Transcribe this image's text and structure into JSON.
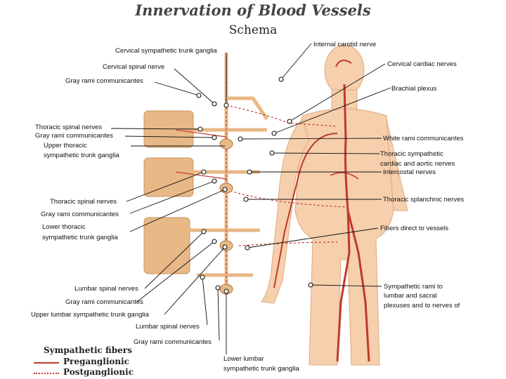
{
  "title": "Innervation of Blood Vessels",
  "subtitle": "Schema",
  "labels_left": {
    "cervical_ganglia": "Cervical sympathetic trunk ganglia",
    "cervical_spinal": "Cervical spinal nerve",
    "gray_rami_1": "Gray rami communicantes",
    "thoracic_spinal_1": "Thoracic spinal nerves",
    "gray_rami_2": "Gray rami communicantes",
    "upper_thoracic_1": "Upper thoracic",
    "upper_thoracic_2": "sympathetic trunk ganglia",
    "thoracic_spinal_2": "Thoracic spinal nerves",
    "gray_rami_3": "Gray rami communicantes",
    "lower_thoracic_1": "Lower thoracic",
    "lower_thoracic_2": "sympathetic trunk ganglia",
    "lumbar_spinal_1": "Lumbar spinal nerves",
    "gray_rami_4": "Gray rami communicantes",
    "upper_lumbar": "Upper lumbar sympathetic trunk ganglia",
    "lumbar_spinal_2": "Lumbar spinal nerves",
    "gray_rami_5": "Gray rami communicantes",
    "lower_lumbar_1": "Lower lumbar",
    "lower_lumbar_2": "sympathetic trunk ganglia"
  },
  "labels_right": {
    "internal_carotid": "Internal carotid nerve",
    "cervical_cardiac": "Cervical cardiac nerves",
    "brachial_plexus": "Brachial plexus",
    "white_rami": "White rami communicantes",
    "thoracic_sym_1": "Thoracic sympathetic",
    "thoracic_sym_2": "cardiac and aortic nerves",
    "intercostal": "Intercostal nerves",
    "splanchnic": "Thoracic splanchnic nerves",
    "fibers_direct": "Fibers direct to vessels",
    "sym_rami_1": "Sympathetic rami to",
    "sym_rami_2": "lumbar and sacral",
    "sym_rami_3": "plexuses and to nerves of"
  },
  "legend": {
    "title": "Sympathetic fibers",
    "preganglionic": "Preganglionic",
    "postganglionic": "Postganglionic"
  },
  "colors": {
    "nerve": "#e8b886",
    "body": "#f6cfac",
    "fiber": "#c0392b",
    "leader": "#111111"
  }
}
